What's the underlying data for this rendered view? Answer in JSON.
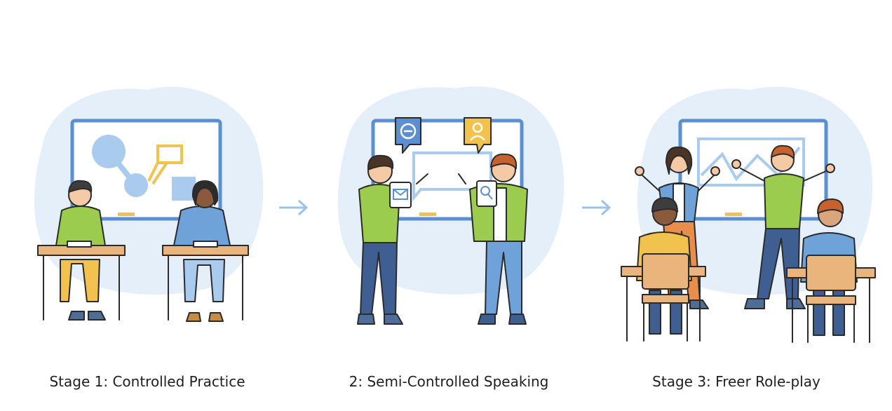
{
  "stages": [
    {
      "caption": "Stage 1: Controlled Practice"
    },
    {
      "caption": "2: Semi-Controlled Speaking"
    },
    {
      "caption": "Stage 3: Freer Role-play"
    }
  ],
  "colors": {
    "blob": "#e4eff9",
    "board_frame": "#5b8fd0",
    "shape_blue": "#a9cbed",
    "shape_yellow": "#f1c24d",
    "shirt_green": "#9ccc4e",
    "shirt_blue": "#6ea2d9",
    "desk_wood": "#e9b57c",
    "arrow": "#9cc3e6",
    "outline": "#2b2b2b"
  },
  "icons": [
    "mail-icon",
    "search-icon",
    "user-icon",
    "no-entry-icon"
  ]
}
